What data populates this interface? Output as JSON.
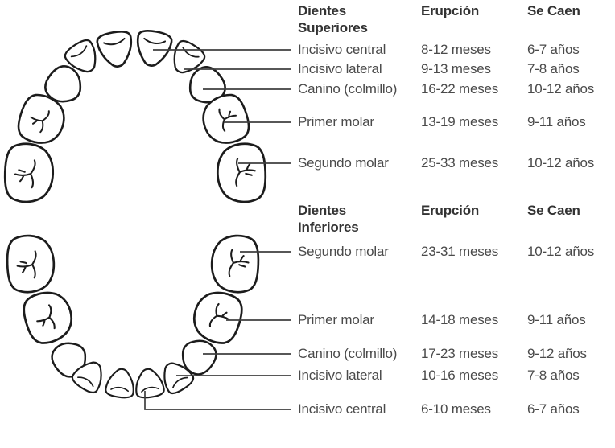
{
  "colors": {
    "text": "#4a4a4a",
    "heading": "#333333",
    "leader_line": "#3f3f3f",
    "tooth_outline": "#1c1c1c",
    "background": "#ffffff"
  },
  "sections": [
    {
      "title_line1": "Dientes",
      "title_line2": "Superiores",
      "col_eruption": "Erupción",
      "col_shed": "Se Caen",
      "rows": [
        {
          "name": "Incisivo central",
          "eruption": "8-12 meses",
          "shed": "6-7 años"
        },
        {
          "name": "Incisivo lateral",
          "eruption": "9-13 meses",
          "shed": "7-8 años"
        },
        {
          "name": "Canino (colmillo)",
          "eruption": "16-22 meses",
          "shed": "10-12 años"
        },
        {
          "name": "Primer molar",
          "eruption": "13-19 meses",
          "shed": "9-11 años"
        },
        {
          "name": "Segundo molar",
          "eruption": "25-33 meses",
          "shed": "10-12 años"
        }
      ]
    },
    {
      "title_line1": "Dientes",
      "title_line2": "Inferiores",
      "col_eruption": "Erupción",
      "col_shed": "Se Caen",
      "rows": [
        {
          "name": "Segundo molar",
          "eruption": "23-31 meses",
          "shed": "10-12 años"
        },
        {
          "name": "Primer molar",
          "eruption": "14-18 meses",
          "shed": "9-11 años"
        },
        {
          "name": "Canino (colmillo)",
          "eruption": "17-23 meses",
          "shed": "9-12 años"
        },
        {
          "name": "Incisivo lateral",
          "eruption": "10-16 meses",
          "shed": "7-8 años"
        },
        {
          "name": "Incisivo central",
          "eruption": "6-10 meses",
          "shed": "6-7 años"
        }
      ]
    }
  ]
}
